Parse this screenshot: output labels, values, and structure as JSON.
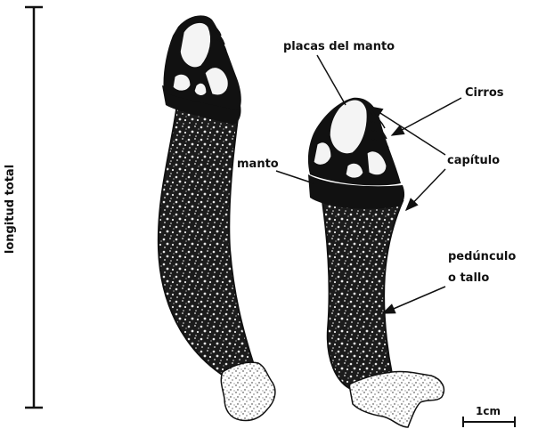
{
  "labels": {
    "longitud_total": "longitud total",
    "placas_del_manto": "placas del manto",
    "cirros": "Cirros",
    "capitulo": "capítulo",
    "manto": "manto",
    "pedunculo_line1": "pedúnculo",
    "pedunculo_line2": "o tallo",
    "scale_bar": "1cm"
  },
  "colors": {
    "ink": "#111111",
    "paper": "#ffffff",
    "stalk_dark": "#1a1a1a",
    "plate_light": "#f4f4f4"
  },
  "icons": {
    "arrow": "arrow-icon"
  }
}
